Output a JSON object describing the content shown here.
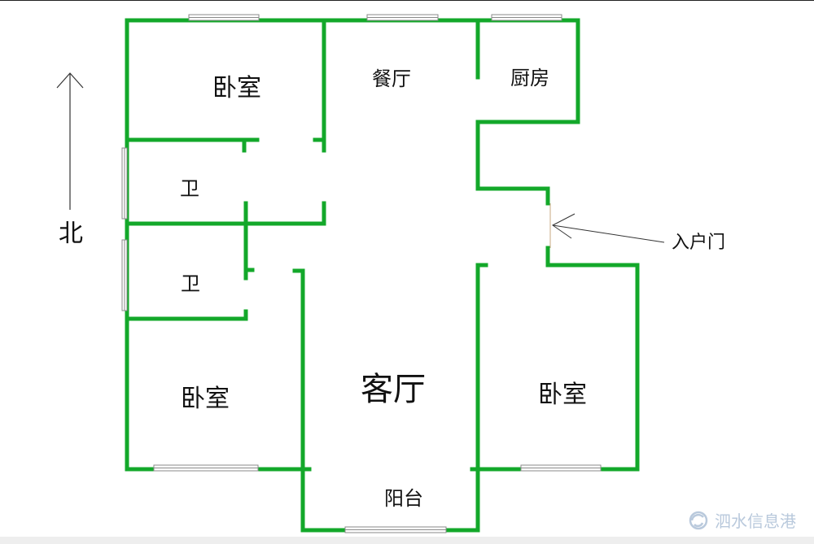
{
  "plan": {
    "wall_color": "#13a82a",
    "window_color": "#8a8a8a",
    "background": "#ffffff",
    "rooms": {
      "bedroom_nw": "卧室",
      "dining": "餐厅",
      "kitchen": "厨房",
      "bath_upper": "卫",
      "bath_lower": "卫",
      "bedroom_sw": "卧室",
      "living": "客厅",
      "bedroom_se": "卧室",
      "balcony": "阳台"
    },
    "entrance_label": "入户门",
    "north_label": "北"
  },
  "watermark": {
    "text": "泗水信息港",
    "icon": "swirl-logo-icon"
  }
}
